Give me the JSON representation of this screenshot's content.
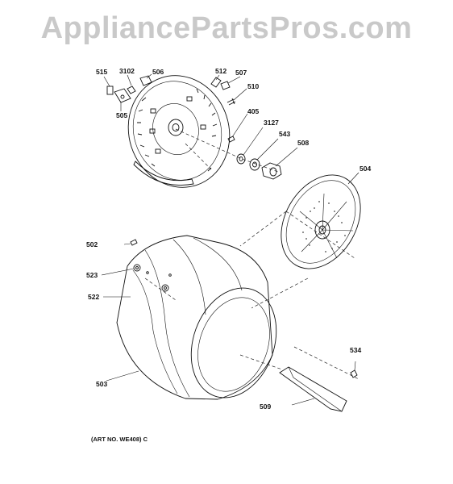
{
  "watermark": "AppliancePartsPros.com",
  "art_number": "(ART NO. WE408) C",
  "callouts": {
    "c515": "515",
    "c3102": "3102",
    "c506": "506",
    "c505": "505",
    "c512": "512",
    "c507": "507",
    "c510": "510",
    "c405": "405",
    "c3127": "3127",
    "c543": "543",
    "c508": "508",
    "c504": "504",
    "c502": "502",
    "c523": "523",
    "c522": "522",
    "c503": "503",
    "c534": "534",
    "c509": "509"
  }
}
